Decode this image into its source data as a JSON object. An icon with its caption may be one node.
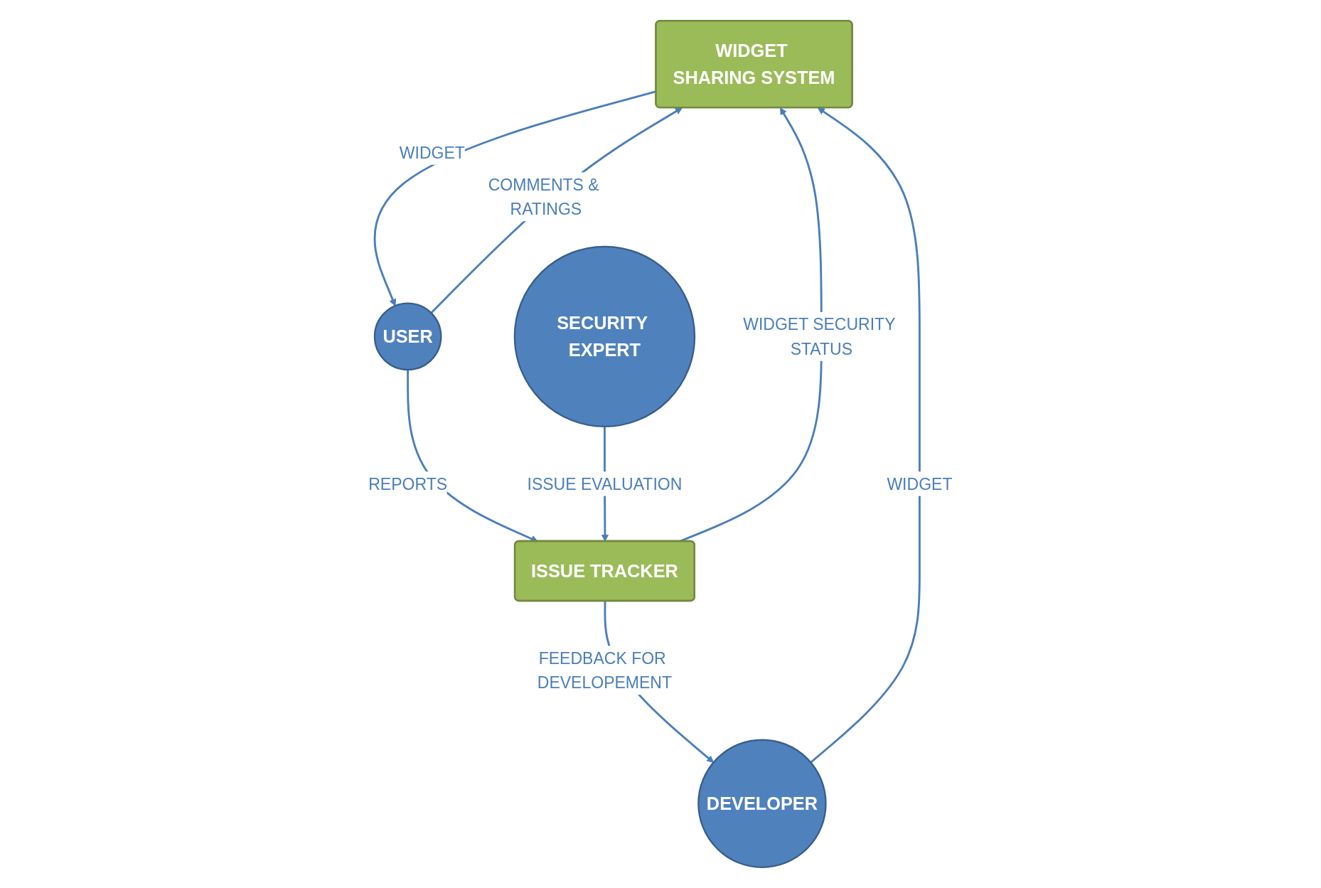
{
  "diagram": {
    "nodes": [
      {
        "text": [
          "WIDGET SHARING SYSTEM"
        ]
      },
      {
        "text": [
          "DEVELOPER"
        ]
      },
      {
        "text": [
          "USER"
        ]
      },
      {
        "text": [
          "ISSUE TRACKER"
        ]
      },
      {
        "text": [
          "SECURITY EXPERT"
        ]
      }
    ],
    "edges": [
      {
        "from": 1,
        "to": 0,
        "arrow": "to",
        "label": "WIDGET"
      },
      {
        "from": 0,
        "to": 2,
        "arrow": "to",
        "label": "WIDGET"
      },
      {
        "from": 2,
        "to": 0,
        "arrow": "to",
        "label": "COMMENTS & RATINGS"
      },
      {
        "from": 3,
        "to": 0,
        "arrow": "to",
        "label": "WIDGET SECURITY STATUS"
      },
      {
        "from": 3,
        "to": 1,
        "arrow": "to",
        "label": "FEEDBACK FOR DEVELOPEMENT"
      },
      {
        "from": 2,
        "to": 3,
        "arrow": "to",
        "label": "REPORTS"
      },
      {
        "from": 4,
        "to": 3,
        "arrow": "to",
        "label": "ISSUE EVALUATION"
      }
    ]
  }
}
